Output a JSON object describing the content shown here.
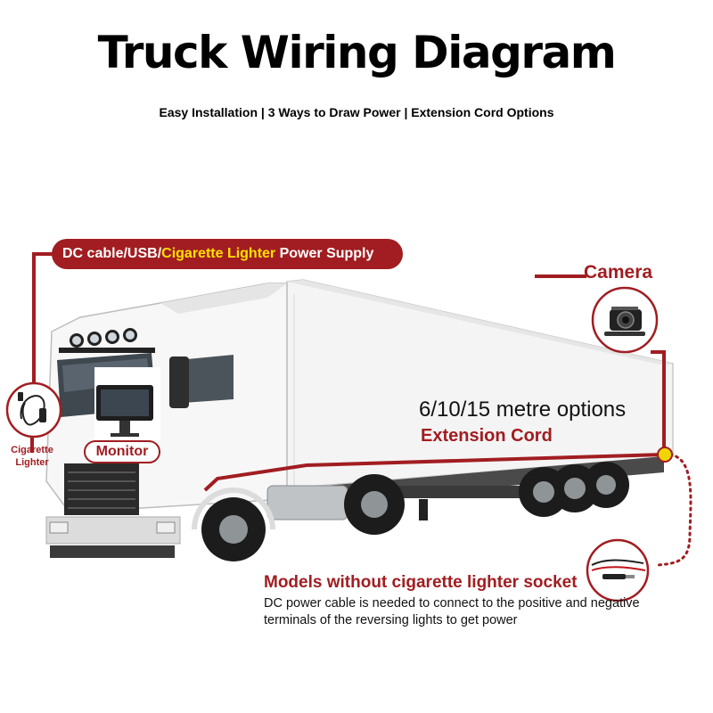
{
  "title": "Truck Wiring Diagram",
  "subtitle": "Easy Installation | 3 Ways to Draw Power | Extension Cord Options",
  "power_banner": {
    "prefix": "DC cable/USB/",
    "highlight": "Cigarette Lighter",
    "suffix": " Power Supply"
  },
  "camera_label": "Camera",
  "extension": {
    "options": "6/10/15 metre options",
    "label": "Extension Cord"
  },
  "monitor_label": "Monitor",
  "cigarette_label": "Cigarette Lighter",
  "models": {
    "title": "Models without cigarette lighter socket",
    "description": "DC power cable is needed to connect to the positive and negative terminals of the reversing lights to get power"
  },
  "colors": {
    "accent": "#a11d21",
    "highlight": "#ffe200",
    "connector": "#f2d500"
  },
  "icons": [
    "truck-image",
    "camera-icon",
    "monitor-icon",
    "cigarette-lighter-cable-icon",
    "dc-power-cable-icon",
    "connector-dot-icon"
  ]
}
